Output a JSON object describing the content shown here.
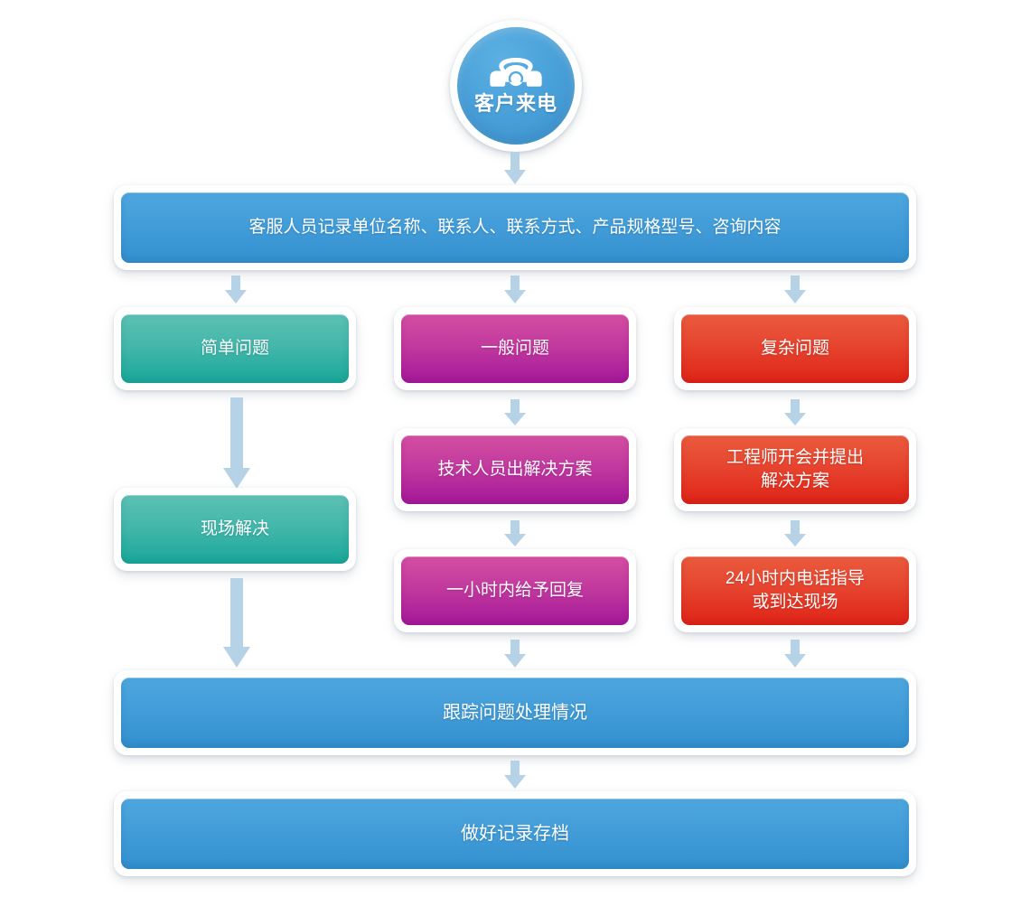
{
  "flowchart": {
    "title_node": {
      "label": "客户来电",
      "icon": "telephone-icon",
      "color": "#4aa2da"
    },
    "palette": {
      "blue": "#3390cf",
      "teal": "#19a79a",
      "magenta": "#a5189a",
      "red": "#df2317",
      "arrow": "#b6d2e6",
      "background": "#ffffff"
    },
    "nodes": {
      "record": "客服人员记录单位名称、联系人、联系方式、产品规格型号、咨询内容",
      "simple_problem": "简单问题",
      "general_problem": "一般问题",
      "complex_problem": "复杂问题",
      "onsite_resolve": "现场解决",
      "tech_solution": "技术人员出解决方案",
      "engineer_meeting_line1": "工程师开会并提出",
      "engineer_meeting_line2": "解决方案",
      "reply_one_hour": "一小时内给予回复",
      "phone_guide_line1": "24小时内电话指导",
      "phone_guide_line2": "或到达现场",
      "track_progress": "跟踪问题处理情况",
      "archive_record": "做好记录存档"
    },
    "branches": [
      {
        "name": "简单问题",
        "color": "#19a79a",
        "steps": [
          "简单问题",
          "现场解决"
        ]
      },
      {
        "name": "一般问题",
        "color": "#a5189a",
        "steps": [
          "一般问题",
          "技术人员出解决方案",
          "一小时内给予回复"
        ]
      },
      {
        "name": "复杂问题",
        "color": "#df2317",
        "steps": [
          "复杂问题",
          "工程师开会并提出解决方案",
          "24小时内电话指导或到达现场"
        ]
      }
    ]
  }
}
